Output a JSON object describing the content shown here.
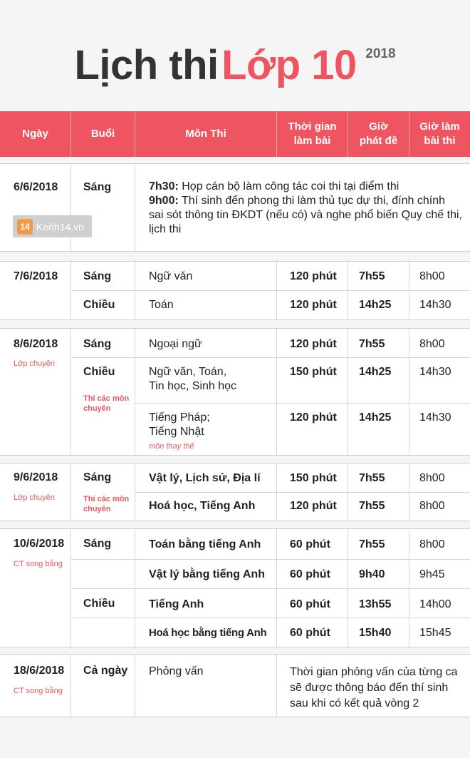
{
  "title": {
    "part1": "Lịch thi",
    "part2": "Lớp 10",
    "year": "2018"
  },
  "header": {
    "date": "Ngày",
    "session": "Buổi",
    "subject": "Môn Thi",
    "duration": [
      "Thời gian",
      "làm bài"
    ],
    "hand_out": [
      "Giờ",
      "phát đề"
    ],
    "start": [
      "Giờ làm",
      "bài thi"
    ]
  },
  "logo": {
    "badge": "14",
    "name": "Kenh14.vn"
  },
  "b1": {
    "date": "6/6/2018",
    "session": "Sáng",
    "l1_time": "7h30:",
    "l1_text": " Họp cán bộ làm công tác coi thi tại điểm thi",
    "l2_time": "9h00:",
    "l2_text": " Thí sinh đến phong thi làm thủ tục dự thi, đính chính sai sót thông tin ĐKDT (nếu có) và nghe phổ biến Quy chế thi, lịch thi"
  },
  "b2": {
    "date": "7/6/2018",
    "rows": [
      {
        "session": "Sáng",
        "subject": "Ngữ văn",
        "duration": "120 phút",
        "hand_out": "7h55",
        "start": "8h00"
      },
      {
        "session": "Chiều",
        "subject": "Toán",
        "duration": "120 phút",
        "hand_out": "14h25",
        "start": "14h30"
      }
    ]
  },
  "b3": {
    "date": "8/6/2018",
    "note": "Lớp chuyên",
    "session1": "Sáng",
    "session2": "Chiều",
    "session2_note": [
      "Thi các môn",
      "chuyên"
    ],
    "rows": [
      {
        "subject": "Ngoại ngữ",
        "duration": "120 phút",
        "hand_out": "7h55",
        "start": "8h00"
      },
      {
        "subject": [
          "Ngữ văn, Toán,",
          "Tin học, Sinh học"
        ],
        "duration": "150 phút",
        "hand_out": "14h25",
        "start": "14h30"
      },
      {
        "subject": [
          "Tiếng Pháp;",
          "Tiếng Nhật"
        ],
        "subject_note": "môn thay thế",
        "duration": "120 phút",
        "hand_out": "14h25",
        "start": "14h30"
      }
    ]
  },
  "b4": {
    "date": "9/6/2018",
    "note": "Lớp chuyên",
    "session": "Sáng",
    "session_note": [
      "Thi các môn",
      "chuyên"
    ],
    "rows": [
      {
        "subject": "Vật lý, Lịch sử, Địa lí",
        "duration": "150 phút",
        "hand_out": "7h55",
        "start": "8h00"
      },
      {
        "subject": "Hoá học, Tiếng Anh",
        "duration": "120 phút",
        "hand_out": "7h55",
        "start": "8h00"
      }
    ]
  },
  "b5": {
    "date": "10/6/2018",
    "note": "CT song bằng",
    "session1": "Sáng",
    "session2": "Chiều",
    "rows": [
      {
        "subject": "Toán bằng tiếng Anh",
        "duration": "60 phút",
        "hand_out": "7h55",
        "start": "8h00"
      },
      {
        "subject": "Vật lý bằng tiếng Anh",
        "duration": "60 phút",
        "hand_out": "9h40",
        "start": "9h45"
      },
      {
        "subject": "Tiếng Anh",
        "duration": "60 phút",
        "hand_out": "13h55",
        "start": "14h00"
      },
      {
        "subject": "Hoá học bằng tiếng Anh",
        "duration": "60 phút",
        "hand_out": "15h40",
        "start": "15h45"
      }
    ]
  },
  "b6": {
    "date": "18/6/2018",
    "note": "CT song bằng",
    "session": "Cả ngày",
    "subject": "Phỏng vấn",
    "info": "Thời gian phỏng vấn của từng ca sẽ được thông báo đến thí sinh sau khi có kết quả vòng 2"
  },
  "colors": {
    "accent": "#ee5560",
    "background": "#f5f5f5",
    "logo_badge": "#f29a4a"
  }
}
